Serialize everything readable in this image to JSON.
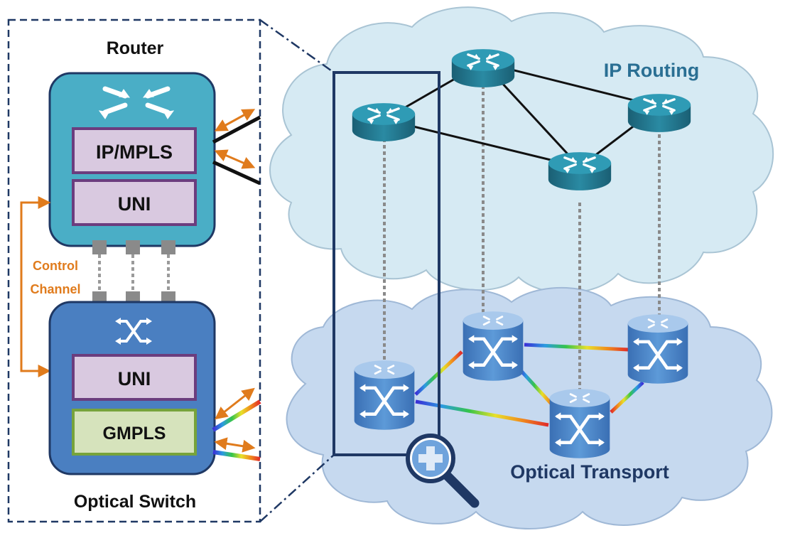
{
  "detail": {
    "router_title": "Router",
    "router_layers": [
      "IP/MPLS",
      "UNI"
    ],
    "control_label_line1": "Control",
    "control_label_line2": "Channel",
    "switch_layers": [
      "UNI",
      "GMPLS"
    ],
    "switch_title": "Optical Switch"
  },
  "network": {
    "ip_layer_label": "IP Routing",
    "optical_layer_label": "Optical Transport"
  },
  "colors": {
    "router_body": "#4aaec6",
    "switch_body": "#4a7fc1",
    "layer_box_fill": "#d9c9e0",
    "layer_box_border": "#6b3d7e",
    "gmpls_fill": "#d6e3bc",
    "gmpls_border": "#77a33b",
    "control_arrow": "#e07b1c",
    "ip_cloud": "#d6eaf3",
    "optical_cloud": "#c6d9ef",
    "zoom_frame": "#1f3864",
    "router_icon": "#1e6f86",
    "switch_icon": "#4a86c8"
  },
  "icons": [
    "router-icon",
    "optical-switch-icon",
    "magnifier-icon"
  ]
}
